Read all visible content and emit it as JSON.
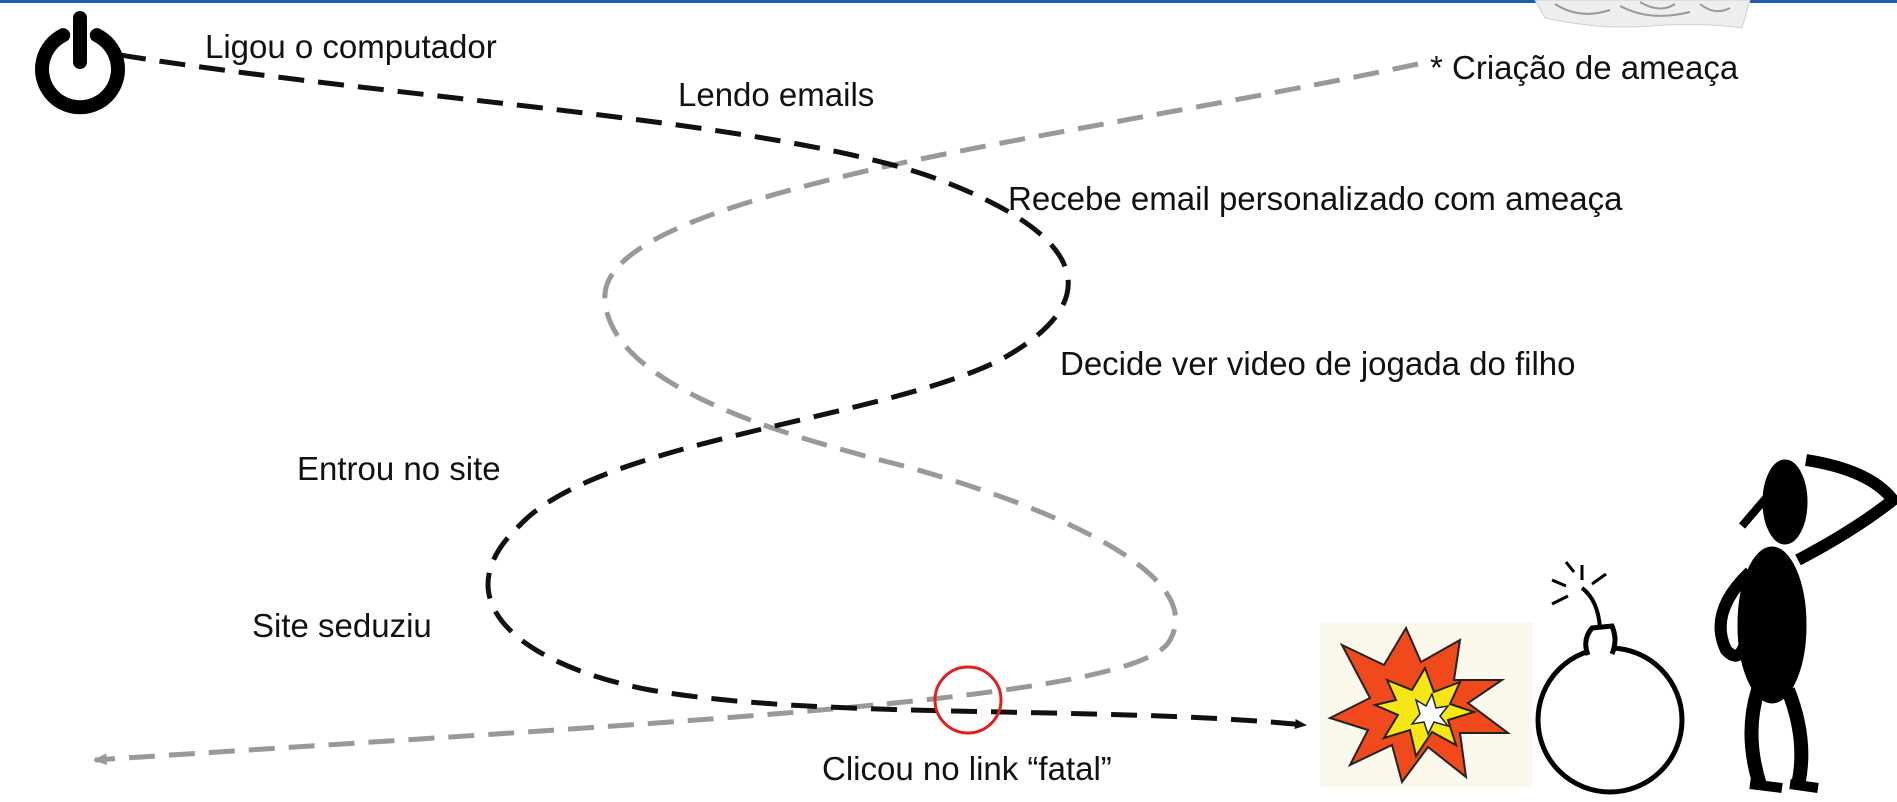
{
  "labels": {
    "power_on": "Ligou o computador",
    "reading": "Lendo emails",
    "threat_creation": "* Criação de ameaça",
    "receives": "Recebe email personalizado com ameaça",
    "decides": "Decide ver video de jogada do filho",
    "entered": "Entrou no site",
    "seduced": "Site seduziu",
    "clicked": "Clicou no link “fatal”"
  },
  "icons": {
    "power": "power-icon",
    "explosion": "explosion-icon",
    "bomb": "bomb-icon",
    "person": "confused-person-icon",
    "sketch": "sketch-image"
  },
  "colors": {
    "user_path": "#111111",
    "threat_path": "#999999",
    "highlight_circle": "#e02020",
    "top_bar": "#1f5fa8",
    "explosion_outer": "#f04a1c",
    "explosion_inner": "#f5e614"
  }
}
